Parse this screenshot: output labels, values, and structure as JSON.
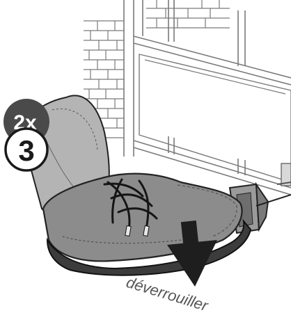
{
  "instruction": {
    "repeat_badge": "2x",
    "step_number": "3",
    "action_label": "déverrouiller"
  },
  "icons": {
    "repeat": "repeat-count-icon",
    "step": "step-number-icon",
    "arrow": "arrow-down-icon",
    "shoe": "shoe-icon",
    "pedal": "pedal-icon"
  },
  "colors": {
    "badge_dark": "#4a4a4a",
    "shoe_gray": "#8c8c8c",
    "sole_dark": "#3c3c3c",
    "arrow": "#1e1e1e",
    "caption": "#555555"
  }
}
